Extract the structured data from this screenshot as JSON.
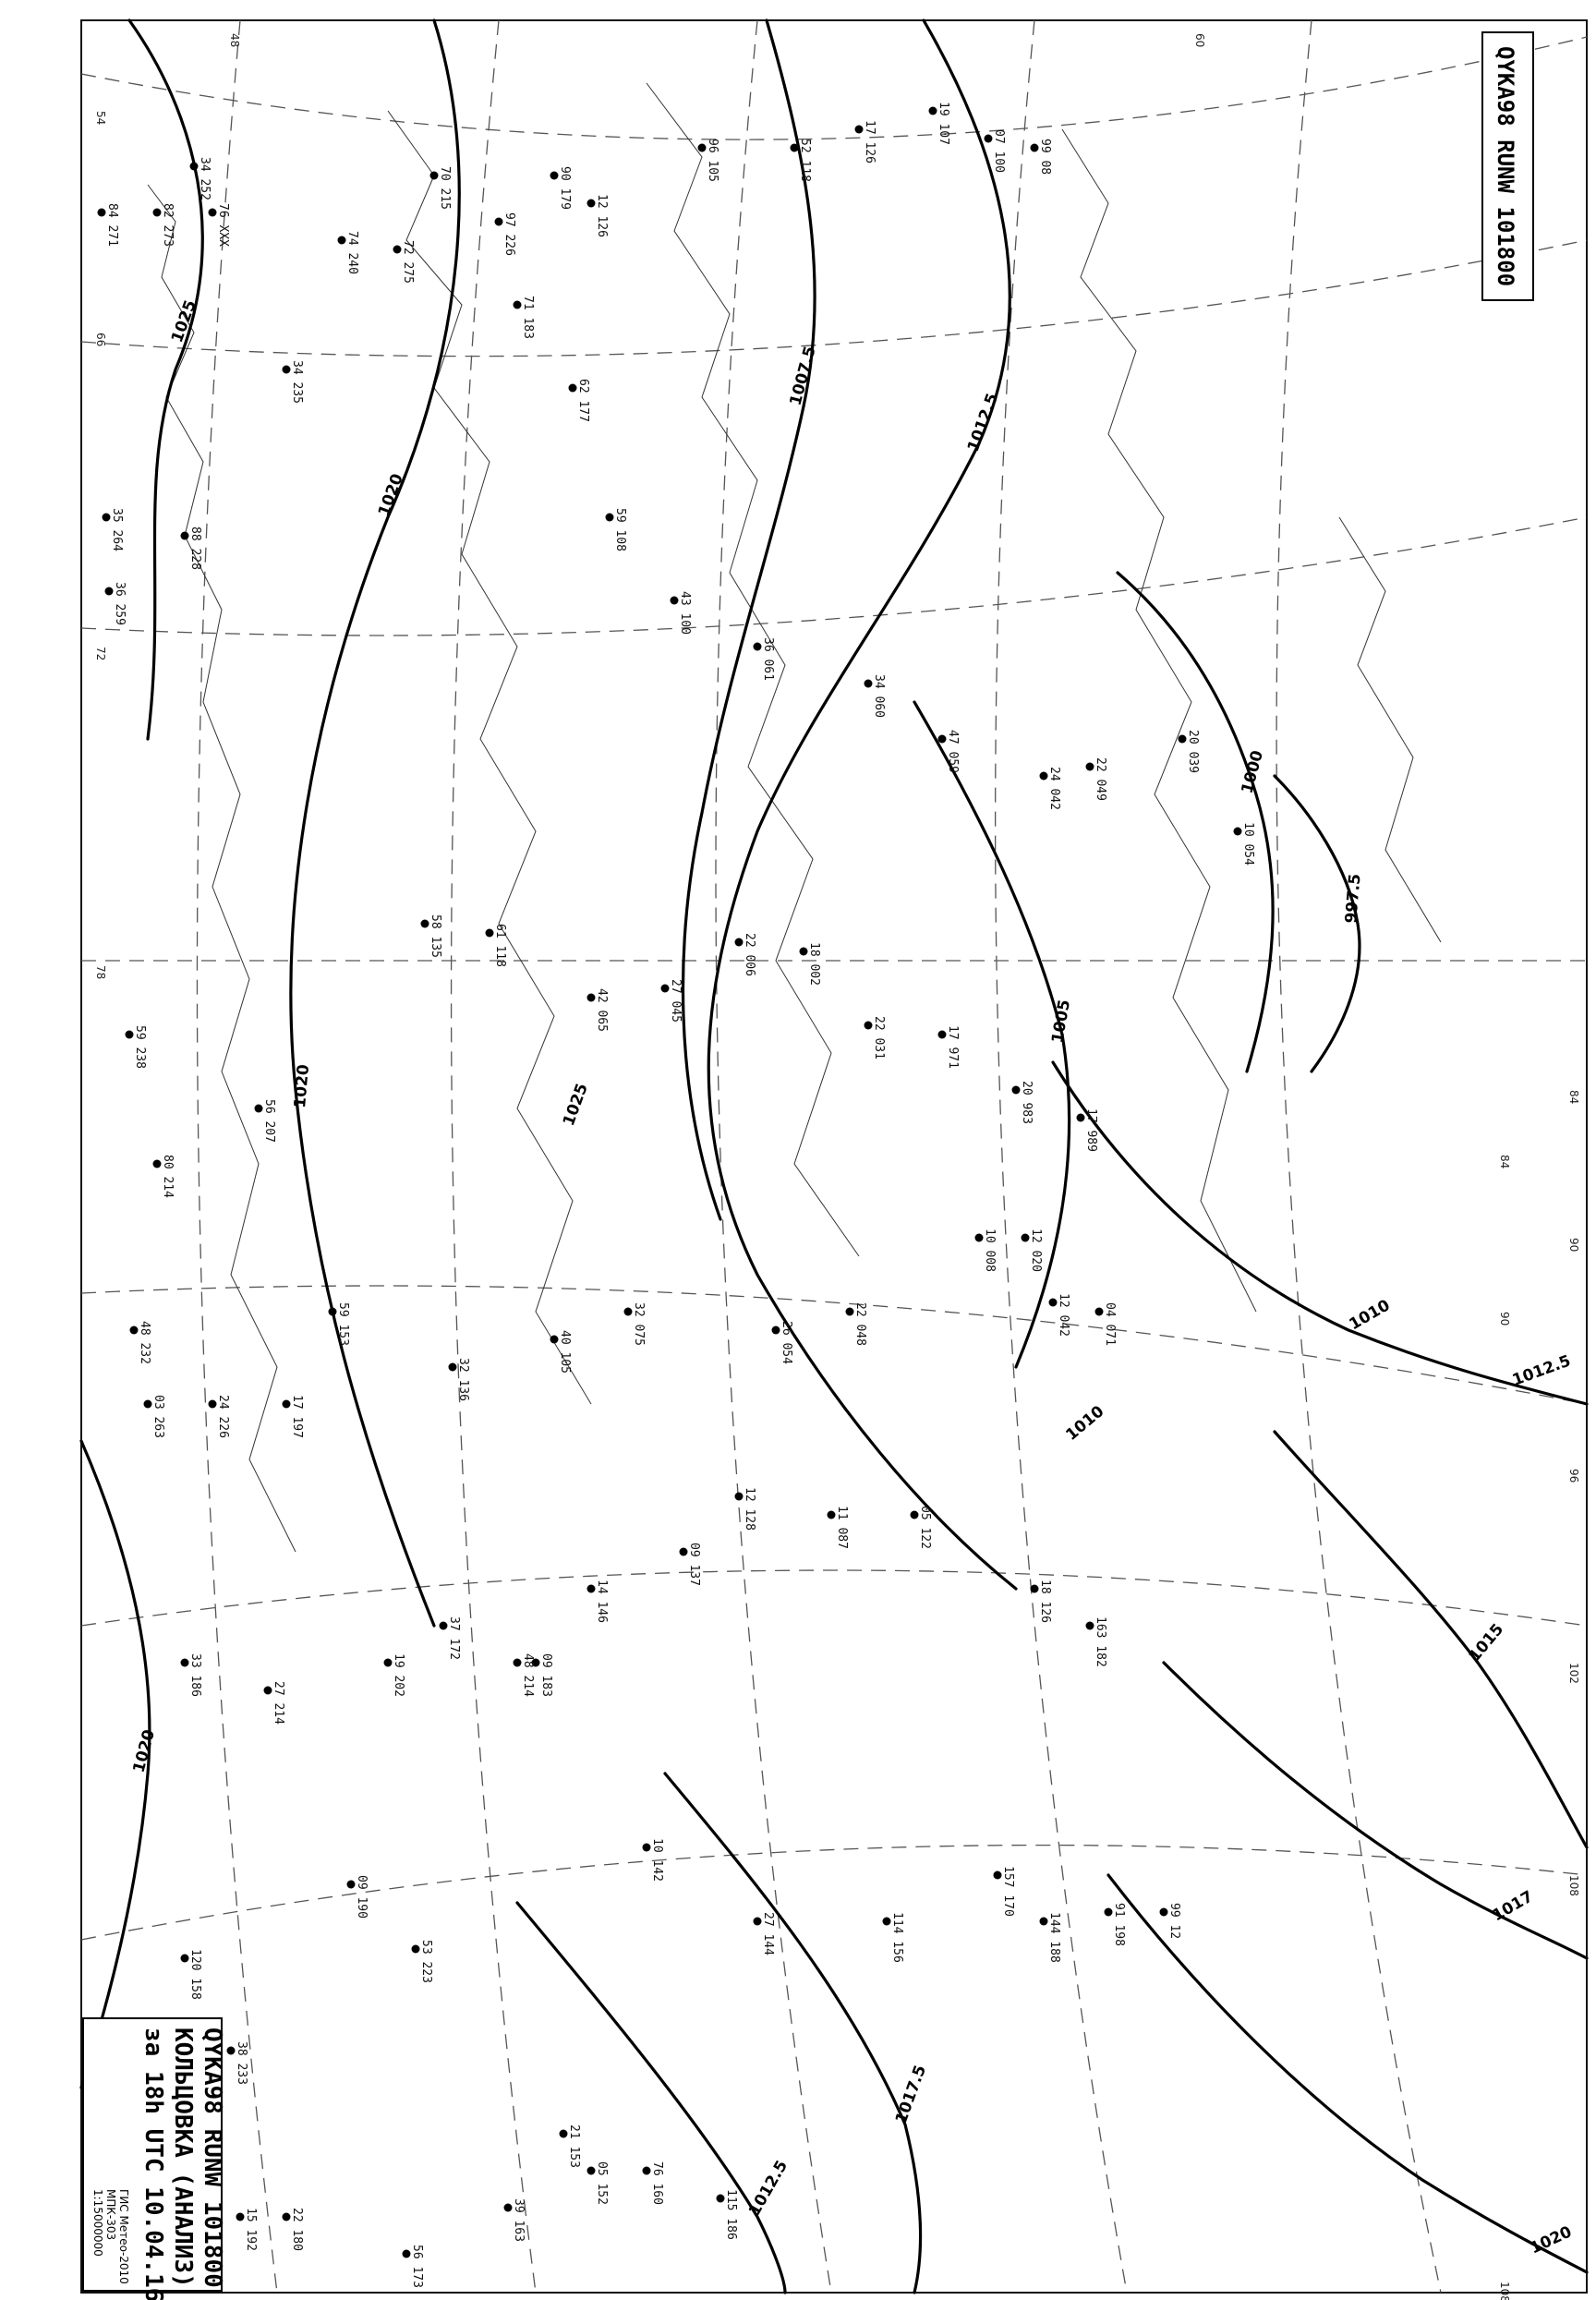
{
  "map": {
    "header_code": "QYKA98 RUNW 101800",
    "title_block": {
      "code_line": "QYKA98 RUNW 101800",
      "title_line": "КОЛЬЦОВКА (АНАЛИЗ)",
      "time_line": "за 18h UTC 10.04.16",
      "credit_1": "ГИС Метео-2010",
      "credit_2": "МПК-303",
      "scale": "1:15000000"
    },
    "isobar_labels": [
      "1025",
      "1020",
      "1012.5",
      "1007.5",
      "1005",
      "1000",
      "997.5",
      "1010",
      "1012.5",
      "1015",
      "1017",
      "1020",
      "1020",
      "1017.5",
      "1012.5",
      "1010",
      "1025",
      "1020"
    ],
    "grid_labels": [
      "60",
      "66",
      "72",
      "78",
      "84",
      "90",
      "96",
      "102",
      "108",
      "48",
      "54",
      "84",
      "90",
      "96",
      "102",
      "108"
    ],
    "stations": [
      {
        "id": "s01",
        "text": "84 271"
      },
      {
        "id": "s02",
        "text": "82 273"
      },
      {
        "id": "s03",
        "text": "76 XXX"
      },
      {
        "id": "s04",
        "text": "74 240"
      },
      {
        "id": "s05",
        "text": "72 275"
      },
      {
        "id": "s06",
        "text": "70 215"
      },
      {
        "id": "s07",
        "text": "90 179"
      },
      {
        "id": "s08",
        "text": "12 126"
      },
      {
        "id": "s09",
        "text": "96 105"
      },
      {
        "id": "s10",
        "text": "52 118"
      },
      {
        "id": "s11",
        "text": "17 126"
      },
      {
        "id": "s12",
        "text": "19 107"
      },
      {
        "id": "s13",
        "text": "07 100"
      },
      {
        "id": "s14",
        "text": "99 08"
      },
      {
        "id": "s15",
        "text": "35 264"
      },
      {
        "id": "s16",
        "text": "36 259"
      },
      {
        "id": "s17",
        "text": "34 252"
      },
      {
        "id": "s18",
        "text": "34 235"
      },
      {
        "id": "s19",
        "text": "88 228"
      },
      {
        "id": "s20",
        "text": "97 226"
      },
      {
        "id": "s21",
        "text": "71 183"
      },
      {
        "id": "s22",
        "text": "62 177"
      },
      {
        "id": "s23",
        "text": "59 108"
      },
      {
        "id": "s24",
        "text": "43 100"
      },
      {
        "id": "s25",
        "text": "36 061"
      },
      {
        "id": "s26",
        "text": "34 060"
      },
      {
        "id": "s27",
        "text": "47 059"
      },
      {
        "id": "s28",
        "text": "24 042"
      },
      {
        "id": "s29",
        "text": "22 049"
      },
      {
        "id": "s30",
        "text": "20 039"
      },
      {
        "id": "s31",
        "text": "10 054"
      },
      {
        "id": "s32",
        "text": "59 238"
      },
      {
        "id": "s33",
        "text": "80 214"
      },
      {
        "id": "s34",
        "text": "56 207"
      },
      {
        "id": "s35",
        "text": "58 135"
      },
      {
        "id": "s36",
        "text": "61 118"
      },
      {
        "id": "s37",
        "text": "42 065"
      },
      {
        "id": "s38",
        "text": "27 045"
      },
      {
        "id": "s39",
        "text": "22 006"
      },
      {
        "id": "s40",
        "text": "18 002"
      },
      {
        "id": "s41",
        "text": "22 031"
      },
      {
        "id": "s42",
        "text": "17 971"
      },
      {
        "id": "s43",
        "text": "20 983"
      },
      {
        "id": "s44",
        "text": "17 989"
      },
      {
        "id": "s45",
        "text": "48 232"
      },
      {
        "id": "s46",
        "text": "03 263"
      },
      {
        "id": "s47",
        "text": "24 226"
      },
      {
        "id": "s48",
        "text": "17 197"
      },
      {
        "id": "s49",
        "text": "59 153"
      },
      {
        "id": "s50",
        "text": "32 136"
      },
      {
        "id": "s51",
        "text": "40 105"
      },
      {
        "id": "s52",
        "text": "32 075"
      },
      {
        "id": "s53",
        "text": "26 054"
      },
      {
        "id": "s54",
        "text": "22 048"
      },
      {
        "id": "s55",
        "text": "10 008"
      },
      {
        "id": "s56",
        "text": "12 020"
      },
      {
        "id": "s57",
        "text": "12 042"
      },
      {
        "id": "s58",
        "text": "04 071"
      },
      {
        "id": "s59",
        "text": "33 186"
      },
      {
        "id": "s60",
        "text": "27 214"
      },
      {
        "id": "s61",
        "text": "19 202"
      },
      {
        "id": "s62",
        "text": "37 172"
      },
      {
        "id": "s63",
        "text": "09 183"
      },
      {
        "id": "s64",
        "text": "14 146"
      },
      {
        "id": "s65",
        "text": "09 137"
      },
      {
        "id": "s66",
        "text": "12 128"
      },
      {
        "id": "s67",
        "text": "11 087"
      },
      {
        "id": "s68",
        "text": "05 122"
      },
      {
        "id": "s69",
        "text": "18 126"
      },
      {
        "id": "s70",
        "text": "163 182"
      },
      {
        "id": "s71",
        "text": "120 158"
      },
      {
        "id": "s72",
        "text": "38 233"
      },
      {
        "id": "s73",
        "text": "09 190"
      },
      {
        "id": "s74",
        "text": "53 223"
      },
      {
        "id": "s75",
        "text": "48 214"
      },
      {
        "id": "s76",
        "text": "10 142"
      },
      {
        "id": "s77",
        "text": "27 144"
      },
      {
        "id": "s78",
        "text": "114 156"
      },
      {
        "id": "s79",
        "text": "157 170"
      },
      {
        "id": "s80",
        "text": "144 188"
      },
      {
        "id": "s81",
        "text": "91 198"
      },
      {
        "id": "s82",
        "text": "99 12"
      },
      {
        "id": "s83",
        "text": "15 192"
      },
      {
        "id": "s84",
        "text": "22 180"
      },
      {
        "id": "s85",
        "text": "56 173"
      },
      {
        "id": "s86",
        "text": "39 163"
      },
      {
        "id": "s87",
        "text": "21 153"
      },
      {
        "id": "s88",
        "text": "05 152"
      },
      {
        "id": "s89",
        "text": "76 160"
      },
      {
        "id": "s90",
        "text": "115 186"
      }
    ]
  }
}
